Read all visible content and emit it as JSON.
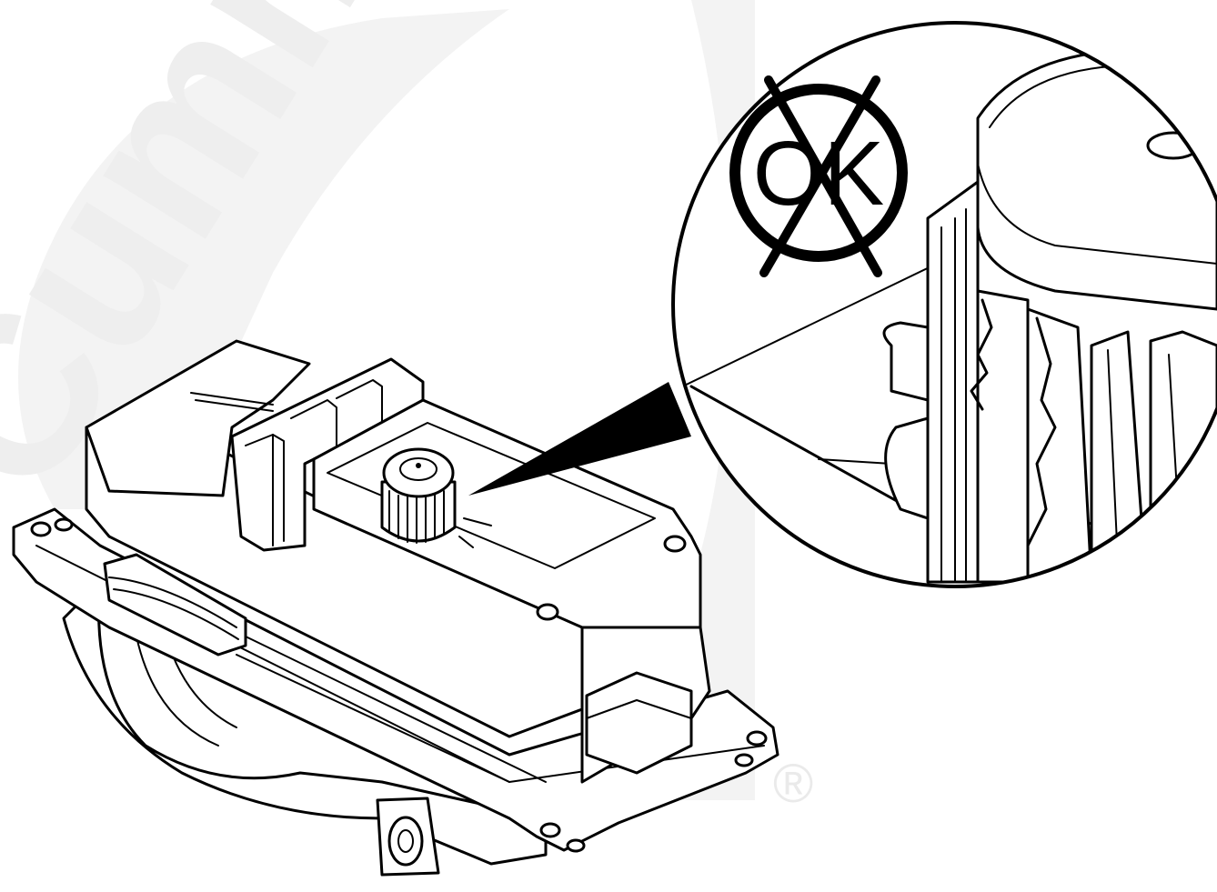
{
  "watermark": {
    "brand_text": "Cummins",
    "registered_mark": "®",
    "color": "#f1f1f1"
  },
  "diagram": {
    "colors": {
      "line": "#000000",
      "fill": "#ffffff"
    },
    "symbol_text": "OK",
    "symbol_meaning": "not-ok-crossed-out"
  }
}
